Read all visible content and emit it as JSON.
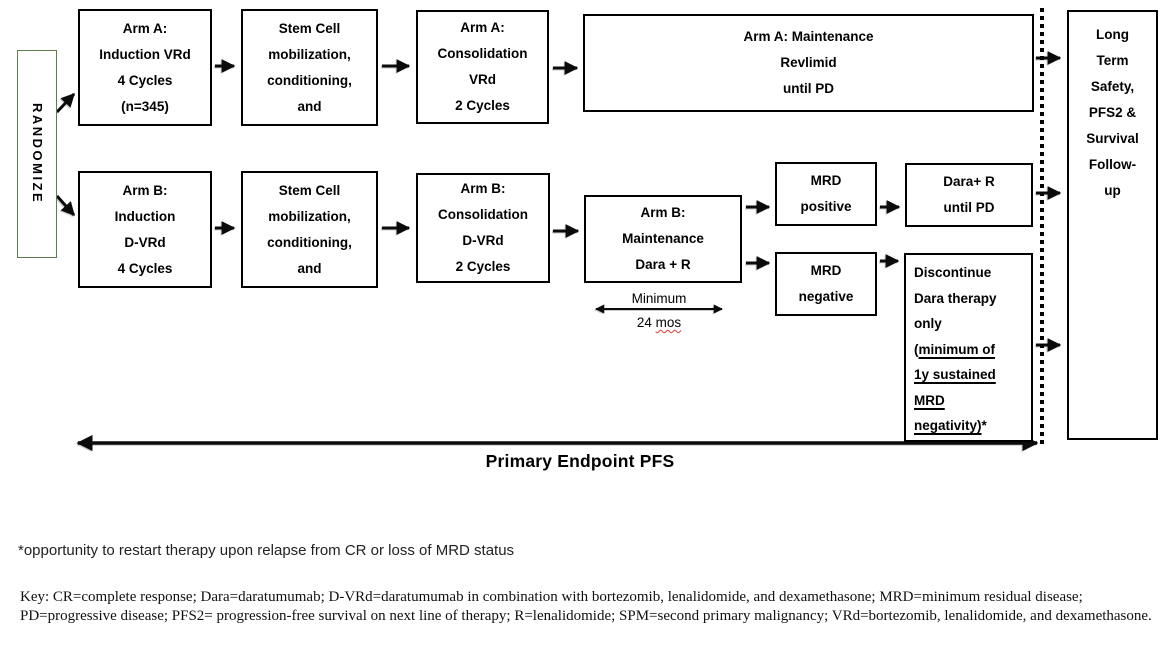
{
  "diagram": {
    "randomize_label": "RANDOMIZE",
    "boxes": {
      "arm_a_induction": {
        "lines": [
          "Arm A:",
          "Induction VRd",
          "4 Cycles",
          "(n=345)"
        ]
      },
      "stem_cell_a": {
        "lines": [
          "Stem Cell",
          "mobilization,",
          "conditioning,",
          "and"
        ]
      },
      "arm_a_consolidation": {
        "lines": [
          "Arm A:",
          "Consolidation",
          "VRd",
          "2 Cycles"
        ]
      },
      "arm_a_maintenance": {
        "lines": [
          "Arm A: Maintenance",
          "Revlimid",
          "until PD"
        ]
      },
      "arm_b_induction": {
        "lines": [
          "Arm B:",
          "Induction",
          "D-VRd",
          "4 Cycles"
        ]
      },
      "stem_cell_b": {
        "lines": [
          "Stem Cell",
          "mobilization,",
          "conditioning,",
          "and"
        ]
      },
      "arm_b_consolidation": {
        "lines": [
          "Arm B:",
          "Consolidation",
          "D-VRd",
          "2 Cycles"
        ]
      },
      "arm_b_maintenance": {
        "lines": [
          "Arm B:",
          "Maintenance",
          "Dara + R"
        ]
      },
      "mrd_positive": {
        "lines": [
          "MRD",
          "positive"
        ]
      },
      "dara_r_until_pd": {
        "lines": [
          "Dara+ R",
          "until PD"
        ]
      },
      "mrd_negative": {
        "lines": [
          "MRD",
          "negative"
        ]
      },
      "discontinue": {
        "lines": [
          "Discontinue",
          "Dara therapy",
          "only",
          {
            "before": "(",
            "t": "minimum of",
            "u": true
          },
          {
            "t": "1y sustained",
            "u": true
          },
          {
            "t": "MRD",
            "u": true
          },
          {
            "t": "negativity)",
            "u": true,
            "after": "*"
          }
        ]
      },
      "long_term": {
        "lines": [
          "Long",
          "Term",
          "Safety,",
          "PFS2 &",
          "Survival",
          "Follow-",
          "up"
        ]
      }
    },
    "annotations": {
      "min_duration_label": "Minimum",
      "min_duration_value": "24",
      "min_duration_unit": "mos",
      "primary_endpoint_label": "Primary Endpoint PFS"
    },
    "colors": {
      "randomize_border": "#5d7b4e",
      "spellcheck_underline": "#e03c31",
      "box_border": "#000000"
    }
  },
  "footnote": "*opportunity to restart therapy upon relapse from CR or loss of MRD status",
  "key": "Key: CR=complete response; Dara=daratumumab; D-VRd=daratumumab in combination with bortezomib, lenalidomide, and dexamethasone; MRD=minimum residual disease; PD=progressive disease; PFS2= progression-free survival on next line of therapy; R=lenalidomide; SPM=second primary malignancy; VRd=bortezomib, lenalidomide, and dexamethasone."
}
